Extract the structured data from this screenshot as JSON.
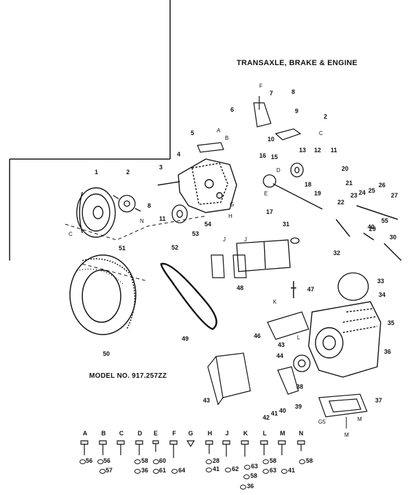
{
  "title": "TRANSAXLE, BRAKE & ENGINE",
  "model": "MODEL NO. 917.257ZZ",
  "callouts": [
    "1",
    "2",
    "3",
    "4",
    "5",
    "6",
    "7",
    "8",
    "9",
    "10",
    "11",
    "12",
    "13",
    "15",
    "16",
    "17",
    "18",
    "19",
    "20",
    "21",
    "22",
    "23",
    "24",
    "25",
    "26",
    "27",
    "29",
    "30",
    "31",
    "32",
    "33",
    "34",
    "35",
    "36",
    "37",
    "38",
    "39",
    "40",
    "41",
    "42",
    "43",
    "44",
    "46",
    "47",
    "48",
    "49",
    "50",
    "51",
    "52",
    "53",
    "54",
    "55"
  ],
  "letters": [
    "A",
    "B",
    "C",
    "D",
    "E",
    "F",
    "G",
    "H",
    "J",
    "K",
    "L",
    "M",
    "N"
  ],
  "hardware": [
    {
      "letter": "A",
      "nums": [
        "56"
      ]
    },
    {
      "letter": "B",
      "nums": [
        "56",
        "57"
      ]
    },
    {
      "letter": "C",
      "nums": []
    },
    {
      "letter": "D",
      "nums": [
        "58",
        "36"
      ]
    },
    {
      "letter": "E",
      "nums": [
        "60",
        "61"
      ]
    },
    {
      "letter": "F",
      "nums": [
        "64"
      ]
    },
    {
      "letter": "G",
      "nums": []
    },
    {
      "letter": "H",
      "nums": [
        "28",
        "41"
      ]
    },
    {
      "letter": "J",
      "nums": [
        "62"
      ]
    },
    {
      "letter": "K",
      "nums": [
        "63",
        "58",
        "36"
      ]
    },
    {
      "letter": "L",
      "nums": [
        "58",
        "63"
      ]
    },
    {
      "letter": "M",
      "nums": [
        "41"
      ]
    },
    {
      "letter": "N",
      "nums": [
        "58"
      ]
    }
  ],
  "extra_labels": {
    "g5": "G5"
  }
}
